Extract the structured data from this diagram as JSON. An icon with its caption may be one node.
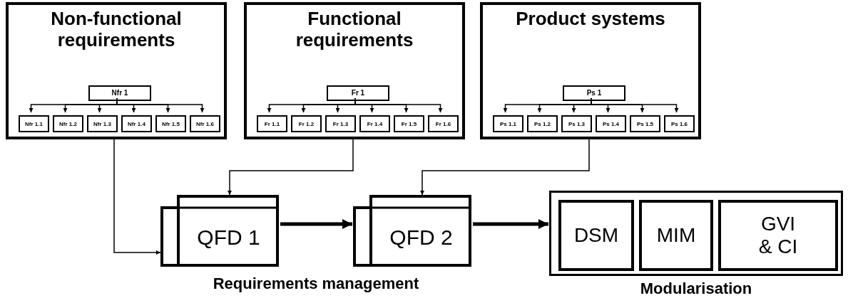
{
  "diagram": {
    "nodes": [
      {
        "text": [
          "Non-functional requirements"
        ]
      },
      {
        "text": [
          "Nfr 1"
        ],
        "in": 0
      },
      {
        "text": [
          "Nfr 1.1"
        ],
        "in": 0
      },
      {
        "text": [
          "Nfr 1.2"
        ],
        "in": 0
      },
      {
        "text": [
          "Nfr 1.3"
        ],
        "in": 0
      },
      {
        "text": [
          "Nfr 1.4"
        ],
        "in": 0
      },
      {
        "text": [
          "Nfr 1.5"
        ],
        "in": 0
      },
      {
        "text": [
          "Nfr 1.6"
        ],
        "in": 0
      },
      {
        "text": [
          "Functional requirements"
        ]
      },
      {
        "text": [
          "Fr 1"
        ],
        "in": 8
      },
      {
        "text": [
          "Fr 1.1"
        ],
        "in": 8
      },
      {
        "text": [
          "Fr 1.2"
        ],
        "in": 8
      },
      {
        "text": [
          "Fr 1.3"
        ],
        "in": 8
      },
      {
        "text": [
          "Fr 1.4"
        ],
        "in": 8
      },
      {
        "text": [
          "Fr 1.5"
        ],
        "in": 8
      },
      {
        "text": [
          "Fr 1.6"
        ],
        "in": 8
      },
      {
        "text": [
          "Product systems"
        ]
      },
      {
        "text": [
          "Ps 1"
        ],
        "in": 16
      },
      {
        "text": [
          "Ps 1.1"
        ],
        "in": 16
      },
      {
        "text": [
          "Ps 1.2"
        ],
        "in": 16
      },
      {
        "text": [
          "Ps 1.3"
        ],
        "in": 16
      },
      {
        "text": [
          "Ps 1.4"
        ],
        "in": 16
      },
      {
        "text": [
          "Ps 1.5"
        ],
        "in": 16
      },
      {
        "text": [
          "Ps 1.6"
        ],
        "in": 16
      },
      {
        "text": [
          "QFD 1"
        ]
      },
      {
        "text": [
          "QFD 2"
        ]
      },
      {
        "text": [
          "Modularisation"
        ]
      },
      {
        "text": [
          "DSM"
        ],
        "in": 26
      },
      {
        "text": [
          "MIM"
        ],
        "in": 26
      },
      {
        "text": [
          "GVI & CI"
        ],
        "in": 26
      }
    ],
    "edges": [
      {
        "from": 1,
        "to": 2,
        "arrow": "to"
      },
      {
        "from": 1,
        "to": 3,
        "arrow": "to"
      },
      {
        "from": 1,
        "to": 4,
        "arrow": "to"
      },
      {
        "from": 1,
        "to": 5,
        "arrow": "to"
      },
      {
        "from": 1,
        "to": 6,
        "arrow": "to"
      },
      {
        "from": 1,
        "to": 7,
        "arrow": "to"
      },
      {
        "from": 9,
        "to": 10,
        "arrow": "to"
      },
      {
        "from": 9,
        "to": 11,
        "arrow": "to"
      },
      {
        "from": 9,
        "to": 12,
        "arrow": "to"
      },
      {
        "from": 9,
        "to": 13,
        "arrow": "to"
      },
      {
        "from": 9,
        "to": 14,
        "arrow": "to"
      },
      {
        "from": 9,
        "to": 15,
        "arrow": "to"
      },
      {
        "from": 17,
        "to": 18,
        "arrow": "to"
      },
      {
        "from": 17,
        "to": 19,
        "arrow": "to"
      },
      {
        "from": 17,
        "to": 20,
        "arrow": "to"
      },
      {
        "from": 17,
        "to": 21,
        "arrow": "to"
      },
      {
        "from": 17,
        "to": 22,
        "arrow": "to"
      },
      {
        "from": 17,
        "to": 23,
        "arrow": "to"
      },
      {
        "from": 0,
        "to": 24,
        "arrow": "to"
      },
      {
        "from": 8,
        "to": 24,
        "arrow": "to"
      },
      {
        "from": 16,
        "to": 25,
        "arrow": "to"
      },
      {
        "from": 24,
        "to": 25,
        "arrow": "to",
        "style": "thick"
      },
      {
        "from": 25,
        "to": 26,
        "arrow": "to",
        "style": "thick"
      }
    ],
    "labels": [
      "Requirements management"
    ]
  }
}
